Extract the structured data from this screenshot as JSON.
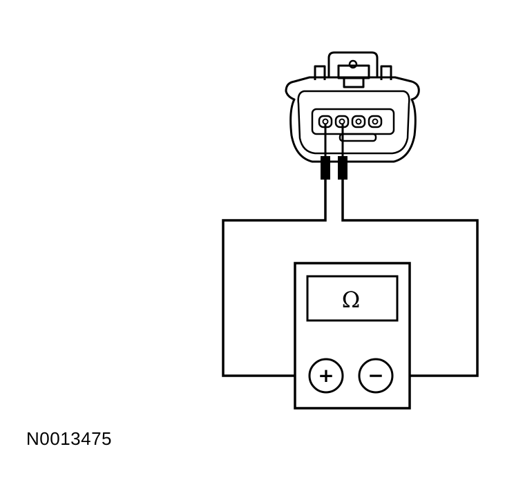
{
  "figure": {
    "reference_code": "N0013475"
  },
  "meter": {
    "display_symbol": "Ω",
    "positive_label": "+",
    "negative_label": "−"
  },
  "connector": {
    "terminal_count": 4,
    "probed_terminals": [
      1,
      2
    ]
  },
  "colors": {
    "ink": "#000000",
    "paper": "#ffffff"
  }
}
